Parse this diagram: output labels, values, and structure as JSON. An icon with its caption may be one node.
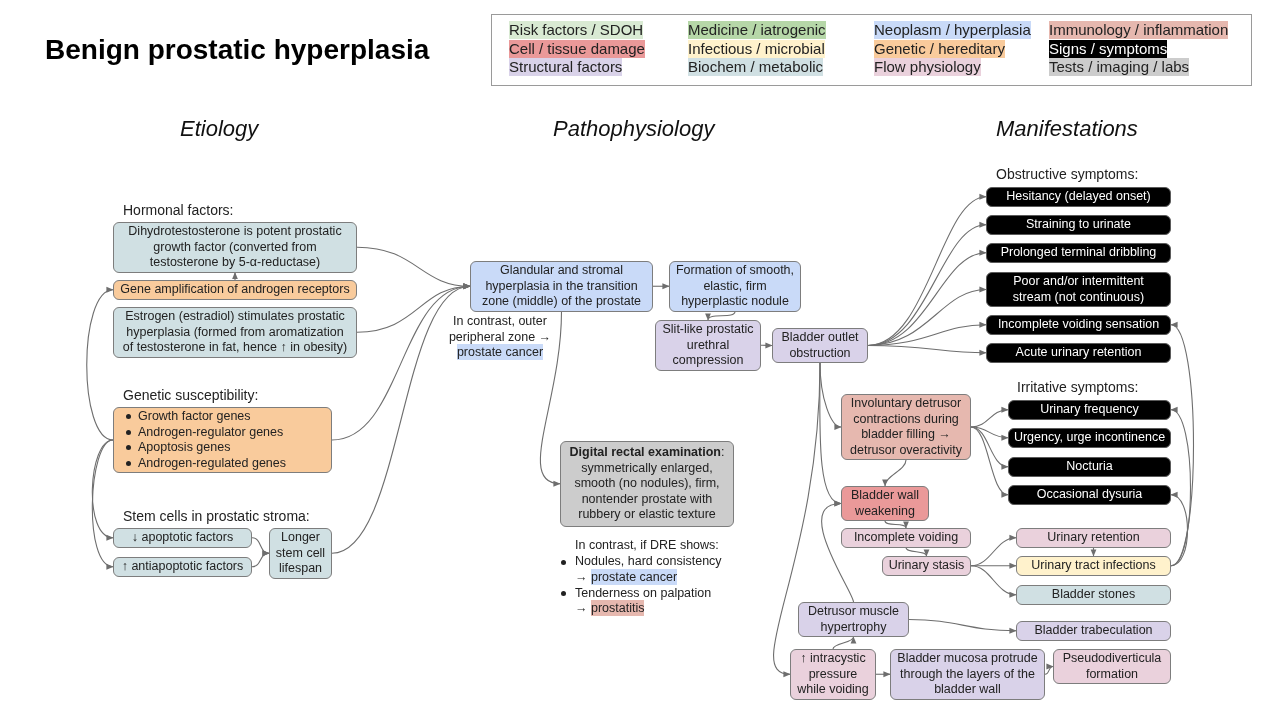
{
  "diagram": {
    "title": "Benign prostatic hyperplasia",
    "nodes": [
      {
        "text": [
          "Dihydrotestosterone is potent prostatic growth factor (converted from testosterone by 5-α-reductase)"
        ]
      },
      {
        "text": [
          "Gene amplification of androgen receptors"
        ]
      },
      {
        "text": [
          "Estrogen (estradiol) stimulates prostatic hyperplasia (formed from aromatization of testosterone in fat, hence ↑ in obesity)"
        ]
      },
      {
        "text": [
          "Growth factor genes",
          "Androgen-regulator genes",
          "Apoptosis genes",
          "Androgen-regulated genes"
        ]
      },
      {
        "text": [
          "↓ apoptotic factors"
        ]
      },
      {
        "text": [
          "↑ antiapoptotic factors"
        ]
      },
      {
        "text": [
          "Longer stem cell lifespan"
        ]
      },
      {
        "text": [
          "Glandular and stromal hyperplasia in the transition zone (middle) of the prostate"
        ]
      },
      {
        "text": [
          "Formation of smooth, elastic, firm hyperplastic nodule"
        ]
      },
      {
        "text": [
          "Slit-like prostatic urethral compression"
        ]
      },
      {
        "text": [
          "Bladder outlet obstruction"
        ]
      },
      {
        "text": [
          "**Digital rectal examination**: symmetrically enlarged, smooth (no nodules), firm, nontender prostate with rubbery or elastic texture"
        ]
      },
      {
        "text": [
          "Hesitancy (delayed onset)"
        ]
      },
      {
        "text": [
          "Straining to urinate"
        ]
      },
      {
        "text": [
          "Prolonged terminal dribbling"
        ]
      },
      {
        "text": [
          "Poor and/or intermittent stream (not continuous)"
        ]
      },
      {
        "text": [
          "Incomplete voiding sensation"
        ]
      },
      {
        "text": [
          "Acute urinary retention"
        ]
      },
      {
        "text": [
          "Involuntary detrusor contractions during bladder filling → detrusor overactivity"
        ]
      },
      {
        "text": [
          "Urinary frequency"
        ]
      },
      {
        "text": [
          "Urgency, urge incontinence"
        ]
      },
      {
        "text": [
          "Nocturia"
        ]
      },
      {
        "text": [
          "Occasional dysuria"
        ]
      },
      {
        "text": [
          "Bladder wall weakening"
        ]
      },
      {
        "text": [
          "Incomplete voiding"
        ]
      },
      {
        "text": [
          "Urinary stasis"
        ]
      },
      {
        "text": [
          "Urinary retention"
        ]
      },
      {
        "text": [
          "Urinary tract infections"
        ]
      },
      {
        "text": [
          "Bladder stones"
        ]
      },
      {
        "text": [
          "Detrusor muscle hypertrophy"
        ]
      },
      {
        "text": [
          "Bladder trabeculation"
        ]
      },
      {
        "text": [
          "↑ intracystic pressure while voiding"
        ]
      },
      {
        "text": [
          "Bladder mucosa protrude through the layers of the bladder wall"
        ]
      },
      {
        "text": [
          "Pseudodiverticula formation"
        ]
      }
    ],
    "edges": [
      {
        "from": 1,
        "to": 0,
        "arrow": "to"
      },
      {
        "from": 3,
        "to": 1,
        "arrow": "to"
      },
      {
        "from": 3,
        "to": 4,
        "arrow": "to"
      },
      {
        "from": 3,
        "to": 5,
        "arrow": "to"
      },
      {
        "from": 4,
        "to": 6,
        "arrow": "to"
      },
      {
        "from": 5,
        "to": 6,
        "arrow": "to"
      },
      {
        "from": 0,
        "to": 7,
        "arrow": "to"
      },
      {
        "from": 2,
        "to": 7,
        "arrow": "to"
      },
      {
        "from": 3,
        "to": 7,
        "arrow": "to"
      },
      {
        "from": 6,
        "to": 7,
        "arrow": "to"
      },
      {
        "from": 7,
        "to": 8,
        "arrow": "to"
      },
      {
        "from": 8,
        "to": 9,
        "arrow": "to"
      },
      {
        "from": 9,
        "to": 10,
        "arrow": "to"
      },
      {
        "from": 7,
        "to": 11,
        "arrow": "to"
      },
      {
        "from": 10,
        "to": 12,
        "arrow": "to"
      },
      {
        "from": 10,
        "to": 13,
        "arrow": "to"
      },
      {
        "from": 10,
        "to": 14,
        "arrow": "to"
      },
      {
        "from": 10,
        "to": 15,
        "arrow": "to"
      },
      {
        "from": 10,
        "to": 16,
        "arrow": "to"
      },
      {
        "from": 10,
        "to": 17,
        "arrow": "to"
      },
      {
        "from": 10,
        "to": 18,
        "arrow": "to"
      },
      {
        "from": 10,
        "to": 23,
        "arrow": "to"
      },
      {
        "from": 10,
        "to": 31,
        "arrow": "to"
      },
      {
        "from": 18,
        "to": 19,
        "arrow": "to"
      },
      {
        "from": 18,
        "to": 20,
        "arrow": "to"
      },
      {
        "from": 18,
        "to": 21,
        "arrow": "to"
      },
      {
        "from": 18,
        "to": 22,
        "arrow": "to"
      },
      {
        "from": 18,
        "to": 23,
        "arrow": "to"
      },
      {
        "from": 23,
        "to": 24,
        "arrow": "to"
      },
      {
        "from": 24,
        "to": 25,
        "arrow": "to"
      },
      {
        "from": 25,
        "to": 26,
        "arrow": "to"
      },
      {
        "from": 25,
        "to": 27,
        "arrow": "to"
      },
      {
        "from": 25,
        "to": 28,
        "arrow": "to"
      },
      {
        "from": 26,
        "to": 27,
        "arrow": "to"
      },
      {
        "from": 27,
        "to": 16,
        "arrow": "to"
      },
      {
        "from": 27,
        "to": 19,
        "arrow": "to"
      },
      {
        "from": 27,
        "to": 22,
        "arrow": "to"
      },
      {
        "from": 31,
        "to": 29,
        "arrow": "to"
      },
      {
        "from": 29,
        "to": 23,
        "arrow": "to"
      },
      {
        "from": 29,
        "to": 30,
        "arrow": "to"
      },
      {
        "from": 31,
        "to": 32,
        "arrow": "to"
      },
      {
        "from": 32,
        "to": 33,
        "arrow": "to"
      }
    ],
    "labels": [
      "Etiology",
      "Pathophysiology",
      "Manifestations",
      "Hormonal factors:",
      "Genetic susceptibility:",
      "Stem cells in prostatic stroma:",
      "In contrast, outer peripheral zone →",
      "prostate cancer",
      "In contrast, if DRE shows:",
      "Nodules, hard consistency",
      "→",
      "prostate cancer",
      "Tenderness on palpation",
      "→",
      "prostatitis",
      "Obstructive symptoms:",
      "Irritative symptoms:"
    ],
    "legend": [
      {
        "text": "Risk factors / SDOH",
        "color": "#d9ead3"
      },
      {
        "text": "Medicine / iatrogenic",
        "color": "#b6d7a8"
      },
      {
        "text": "Neoplasm / hyperplasia",
        "color": "#c9daf8"
      },
      {
        "text": "Immunology / inflammation",
        "color": "#e6b8af"
      },
      {
        "text": "Cell / tissue damage",
        "color": "#ea9999"
      },
      {
        "text": "Infectious / microbial",
        "color": "#fff2cc"
      },
      {
        "text": "Genetic / hereditary",
        "color": "#f9cb9c"
      },
      {
        "text": "Signs / symptoms",
        "color": "#000000"
      },
      {
        "text": "Structural factors",
        "color": "#d9d2e9"
      },
      {
        "text": "Biochem / metabolic",
        "color": "#d0e0e3"
      },
      {
        "text": "Flow physiology",
        "color": "#ead1dc"
      },
      {
        "text": "Tests / imaging / labs",
        "color": "#cccccc"
      }
    ]
  }
}
